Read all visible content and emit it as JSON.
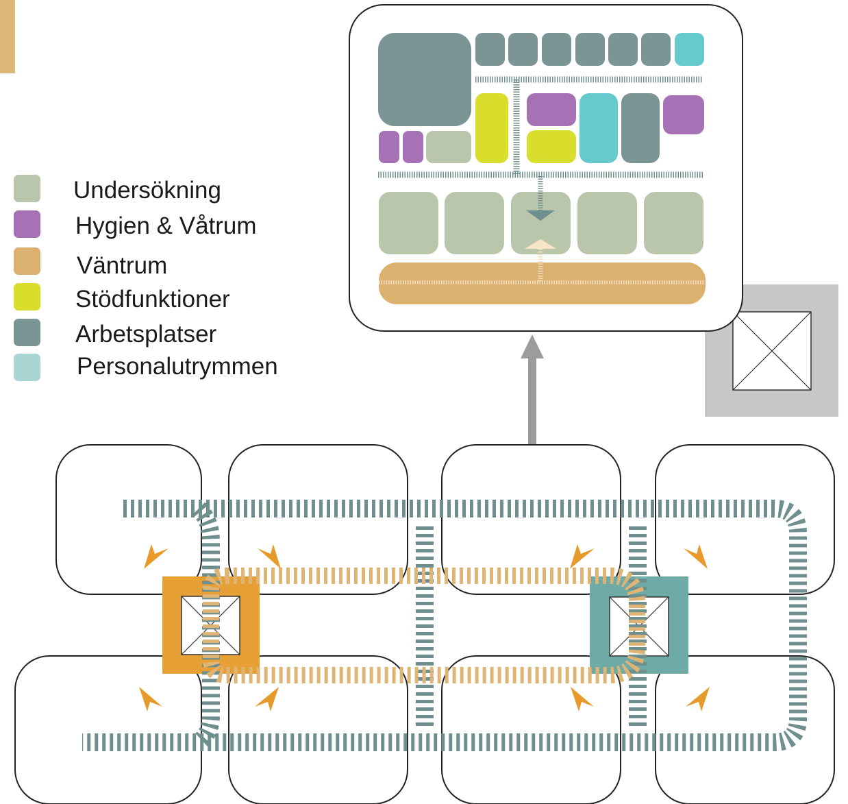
{
  "legend": {
    "items": [
      {
        "label": "Undersökning",
        "color": "#bac6ab"
      },
      {
        "label": "Hygien & Våtrum",
        "color": "#a771b5"
      },
      {
        "label": "Väntrum",
        "color": "#dcb06f"
      },
      {
        "label": "Stödfunktioner",
        "color": "#d9dd2c"
      },
      {
        "label": "Arbetsplatser",
        "color": "#7a9594"
      },
      {
        "label": "Personalutrymmen",
        "color": "#a9d6d3"
      }
    ]
  },
  "colors": {
    "corridor": "#6e8f8e",
    "waiting_path": "#e0b475",
    "arrow": "#e79a2a",
    "stair_left": "#e7a036",
    "stair_right": "#6eaba6",
    "stair_detail": "#c6c8c6",
    "up_arrow": "#9c9c9c",
    "workplace": "#7a9594",
    "staff": "#66c9cc",
    "hygiene": "#a771b5",
    "support": "#d9dd2c",
    "exam": "#bac6ab",
    "waiting": "#dcb06f"
  },
  "icons": [
    "stairwell-cross-icon",
    "direction-arrow-icon",
    "up-arrow-icon"
  ]
}
